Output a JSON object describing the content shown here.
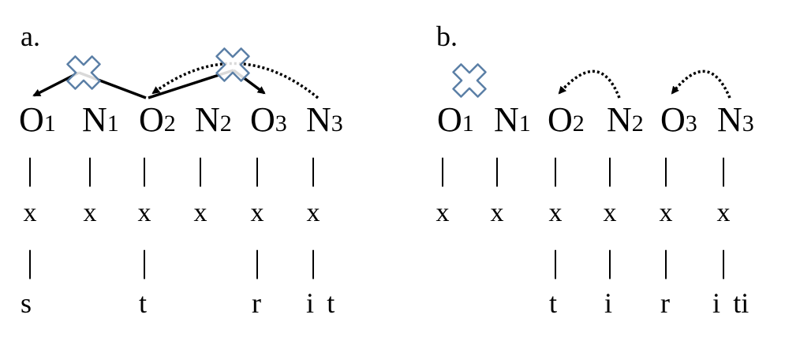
{
  "colors": {
    "ink": "#000000",
    "cross_fill": "#ffffff",
    "cross_stroke": "#5b7fa6"
  },
  "panel_a": {
    "label": "a.",
    "tiers": {
      "units": [
        {
          "base": "O",
          "sub": "1"
        },
        {
          "base": "N",
          "sub": "1"
        },
        {
          "base": "O",
          "sub": "2"
        },
        {
          "base": "N",
          "sub": "2"
        },
        {
          "base": "O",
          "sub": "3"
        },
        {
          "base": "N",
          "sub": "3"
        }
      ],
      "association_line": "|",
      "skeleton": [
        "x",
        "x",
        "x",
        "x",
        "x",
        "x"
      ],
      "segments": [
        "s",
        "",
        "t",
        "",
        "r",
        "i t"
      ]
    },
    "relations": [
      {
        "from": "O2",
        "to": "O1",
        "style": "solid",
        "blocked": true
      },
      {
        "from": "O2",
        "to": "O3",
        "style": "solid",
        "blocked": true
      },
      {
        "from": "N3",
        "to": "O2",
        "style": "dotted",
        "blocked": false
      }
    ]
  },
  "panel_b": {
    "label": "b.",
    "tiers": {
      "units": [
        {
          "base": "O",
          "sub": "1"
        },
        {
          "base": "N",
          "sub": "1"
        },
        {
          "base": "O",
          "sub": "2"
        },
        {
          "base": "N",
          "sub": "2"
        },
        {
          "base": "O",
          "sub": "3"
        },
        {
          "base": "N",
          "sub": "3"
        }
      ],
      "association_line": "|",
      "skeleton": [
        "x",
        "x",
        "x",
        "x",
        "x",
        "x"
      ],
      "segments": [
        "",
        "",
        "t",
        "i",
        "r",
        "i ti"
      ]
    },
    "relations": [
      {
        "from": "N2",
        "to": "O2",
        "style": "dotted",
        "blocked": false
      },
      {
        "from": "N3",
        "to": "O3",
        "style": "dotted",
        "blocked": false
      }
    ],
    "blocked_units": [
      "O1"
    ]
  }
}
